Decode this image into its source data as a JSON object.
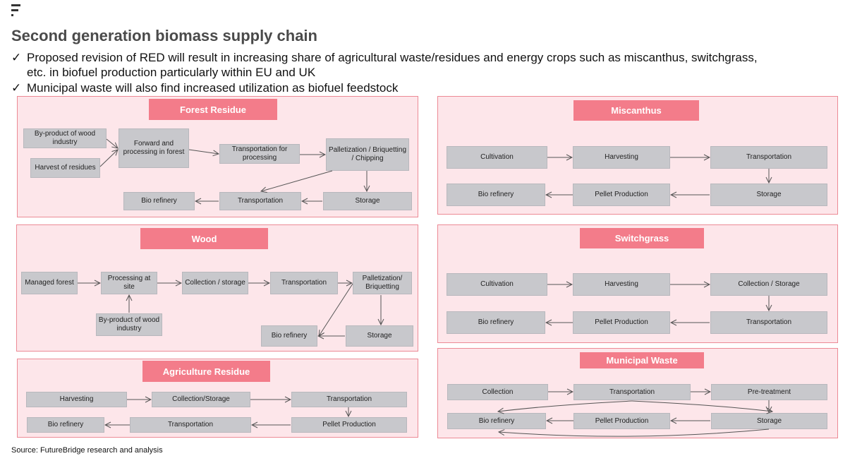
{
  "title": "Second generation biomass supply chain",
  "bullets": [
    {
      "check": "✓",
      "text": "Proposed revision of RED will result in increasing share of agricultural waste/residues and energy crops such as miscanthus, switchgrass, etc. in biofuel production particularly within EU and UK"
    },
    {
      "check": "✓",
      "text": "Municipal waste will also find increased utilization as biofuel feedstock"
    }
  ],
  "panels": {
    "forest": {
      "title": "Forest Residue",
      "byproduct": "By-product of wood industry",
      "harvest": "Harvest of residues",
      "forward": "Forward and processing in forest",
      "transport1": "Transportation for processing",
      "pallet": "Palletization / Briquetting / Chipping",
      "storage": "Storage",
      "transport2": "Transportation",
      "biorefinery": "Bio refinery"
    },
    "wood": {
      "title": "Wood",
      "managed": "Managed forest",
      "processing": "Processing at site",
      "byproduct": "By-product of wood industry",
      "collection": "Collection / storage",
      "transport": "Transportation",
      "pallet": "Palletization/ Briquetting",
      "storage": "Storage",
      "biorefinery": "Bio refinery"
    },
    "agri": {
      "title": "Agriculture Residue",
      "harvesting": "Harvesting",
      "collection": "Collection/Storage",
      "transport1": "Transportation",
      "pellet": "Pellet Production",
      "transport2": "Transportation",
      "biorefinery": "Bio refinery"
    },
    "miscanthus": {
      "title": "Miscanthus",
      "cultivation": "Cultivation",
      "harvesting": "Harvesting",
      "transport": "Transportation",
      "storage": "Storage",
      "pellet": "Pellet Production",
      "biorefinery": "Bio refinery"
    },
    "switchgrass": {
      "title": "Switchgrass",
      "cultivation": "Cultivation",
      "harvesting": "Harvesting",
      "collection": "Collection / Storage",
      "transport": "Transportation",
      "pellet": "Pellet Production",
      "biorefinery": "Bio refinery"
    },
    "municipal": {
      "title": "Municipal Waste",
      "collection": "Collection",
      "transport": "Transportation",
      "pretreatment": "Pre-treatment",
      "storage": "Storage",
      "pellet": "Pellet Production",
      "biorefinery": "Bio refinery"
    }
  },
  "source": "Source: FutureBridge research and analysis",
  "colors": {
    "panel_bg": "#fde6ea",
    "panel_border": "#ec8a95",
    "title_bg": "#f37c8a",
    "node_bg": "#c8c8cc",
    "arrow": "#555555"
  }
}
